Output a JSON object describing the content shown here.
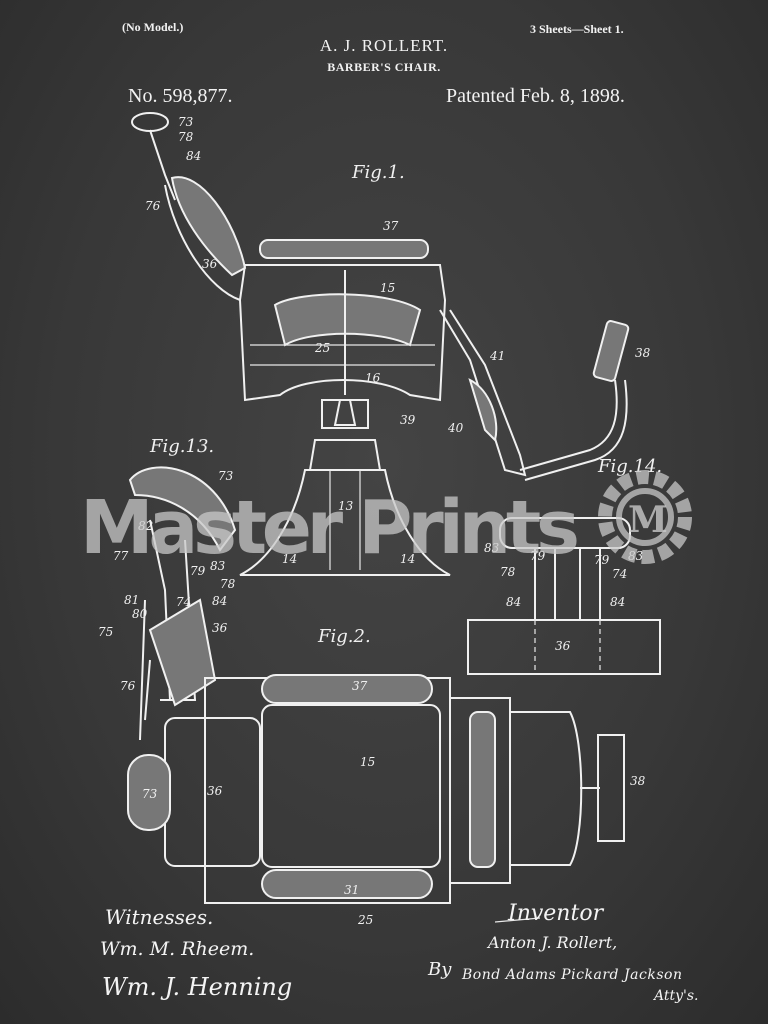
{
  "header": {
    "model_note": "(No Model.)",
    "sheets": "3 Sheets—Sheet 1.",
    "inventor": "A. J. ROLLERT.",
    "title": "BARBER'S CHAIR.",
    "patent_number": "No. 598,877.",
    "patent_date": "Patented Feb. 8, 1898."
  },
  "figures": {
    "fig1": "Fig.1.",
    "fig2": "Fig.2.",
    "fig13": "Fig.13.",
    "fig14": "Fig.14."
  },
  "labels": {
    "fig1": [
      "73",
      "78",
      "84",
      "76",
      "36",
      "37",
      "15",
      "25",
      "16",
      "41",
      "38",
      "39",
      "40",
      "13",
      "14",
      "14"
    ],
    "fig13": [
      "73",
      "82",
      "77",
      "83",
      "79",
      "78",
      "81",
      "80",
      "74",
      "84",
      "75",
      "36",
      "76"
    ],
    "fig14": [
      "83",
      "79",
      "79",
      "83",
      "78",
      "74",
      "84",
      "84",
      "36"
    ],
    "fig2": [
      "37",
      "15",
      "36",
      "73",
      "38",
      "31",
      "25"
    ]
  },
  "signatures": {
    "witnesses_label": "Witnesses.",
    "witness1": "Wm. M. Rheem.",
    "witness2": "Wm. J. Henning",
    "inventor_label": "Inventor",
    "inventor_sig": "Anton J. Rollert,",
    "by": "By",
    "attorneys": "Bond Adams Pickard Jackson",
    "attys": "Atty's."
  },
  "watermark": {
    "text": "Master Prints",
    "logo_letter": "M"
  }
}
